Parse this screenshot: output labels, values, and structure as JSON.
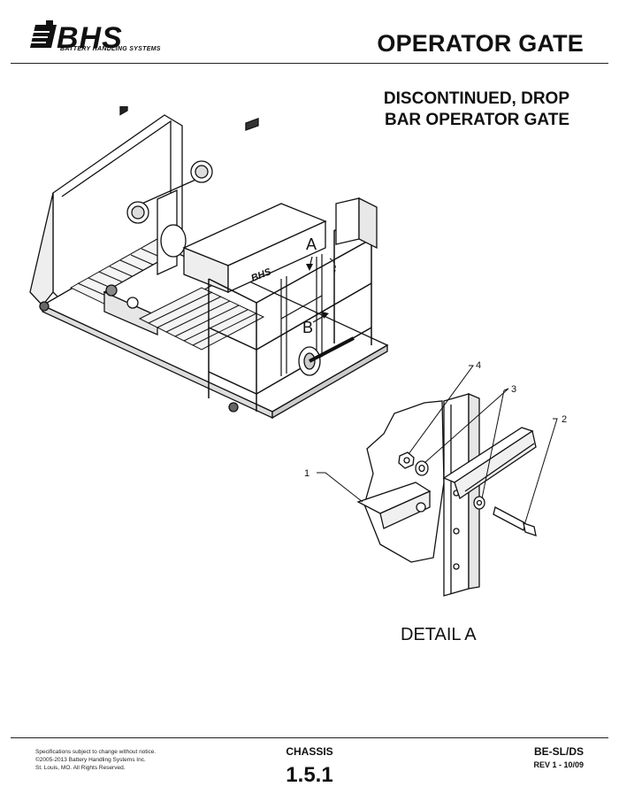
{
  "header": {
    "logo_text": "BHS",
    "logo_tagline": "BATTERY HANDLING SYSTEMS",
    "title": "OPERATOR GATE"
  },
  "subtitle": {
    "line1": "DISCONTINUED, DROP",
    "line2": "BAR OPERATOR GATE"
  },
  "machine_drawing": {
    "callout_a": "A",
    "callout_b": "B",
    "panel_logo": "BHS"
  },
  "detail": {
    "caption": "DETAIL  A",
    "callouts": [
      "1",
      "2",
      "3",
      "4"
    ]
  },
  "footer": {
    "notice_line1": "Specifications subject to change without notice.",
    "notice_line2": "©2005-2013 Battery Handling Systems Inc.",
    "notice_line3": "St. Louis, MO.  All Rights Reserved.",
    "section_label": "CHASSIS",
    "section_number": "1.5.1",
    "model": "BE-SL/DS",
    "revision": "REV 1 - 10/09"
  }
}
